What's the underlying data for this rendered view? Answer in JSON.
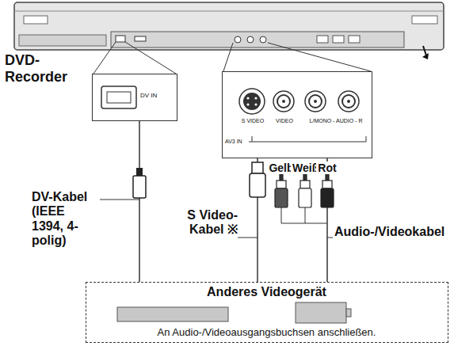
{
  "diagram": {
    "nodes": [
      {
        "text": [
          "DV IN"
        ]
      },
      {
        "text": [
          "S VIDEO",
          "VIDEO",
          "L/MONO - AUDIO - R",
          "AV3 IN"
        ]
      },
      {
        "text": [
          "Anderes Videogerät",
          "An Audio-/Videoausgangsbuchsen anschließen."
        ]
      }
    ],
    "edges": [
      {
        "from": 0,
        "to": 2,
        "arrow": "none",
        "label": "DV-Kabel (IEEE 1394, 4-polig)"
      },
      {
        "from": 1,
        "to": 2,
        "arrow": "none",
        "label": "S Video-Kabel ※"
      },
      {
        "from": 1,
        "to": 2,
        "arrow": "none",
        "label": "Audio-/Videokabel"
      }
    ],
    "labels": [
      "DVD-Recorder",
      "Gelb",
      "Weiß",
      "Rot"
    ]
  }
}
